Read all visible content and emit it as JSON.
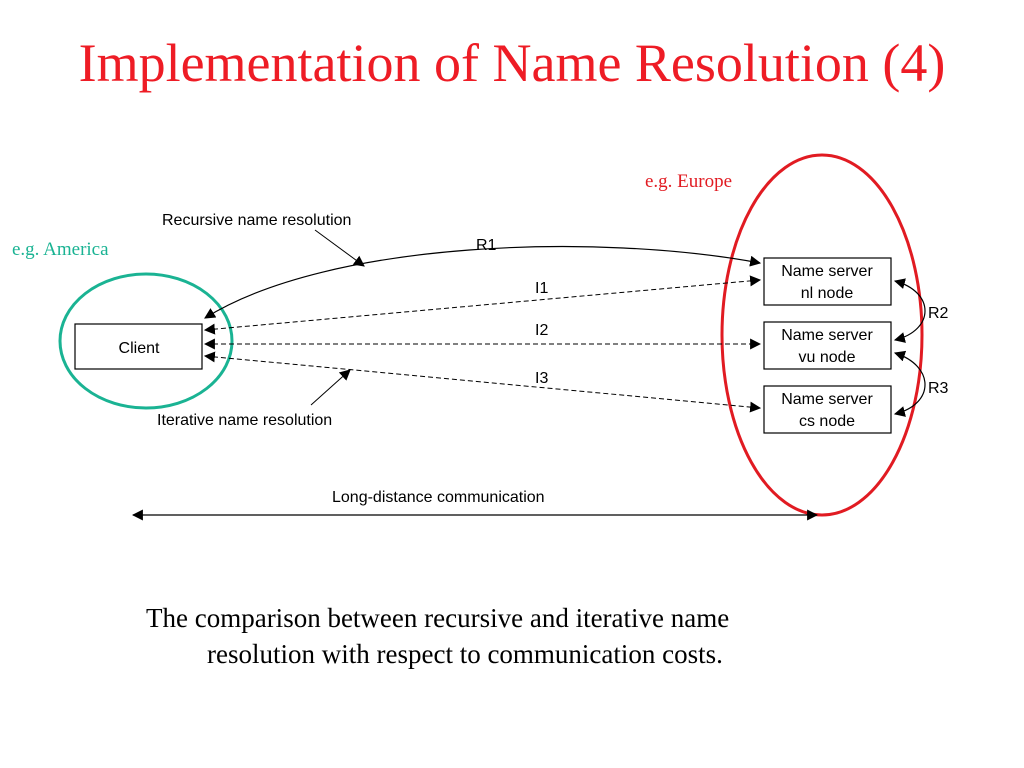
{
  "slide": {
    "title": "Implementation of Name Resolution (4)",
    "caption_line1": "The comparison between recursive and iterative name",
    "caption_line2": "resolution with respect to communication costs."
  },
  "regions": {
    "america_label": "e.g. America",
    "america_color": "#1ab393",
    "europe_label": "e.g. Europe",
    "europe_color": "#e11b22"
  },
  "nodes": {
    "client": "Client",
    "servers": [
      {
        "line1": "Name server",
        "line2": "nl node"
      },
      {
        "line1": "Name server",
        "line2": "vu node"
      },
      {
        "line1": "Name server",
        "line2": "cs node"
      }
    ]
  },
  "edges": {
    "r1": "R1",
    "r2": "R2",
    "r3": "R3",
    "i1": "I1",
    "i2": "I2",
    "i3": "I3"
  },
  "annotations": {
    "recursive": "Recursive name resolution",
    "iterative": "Iterative name resolution",
    "long_distance": "Long-distance communication"
  },
  "colors": {
    "title": "#ee1c25"
  }
}
